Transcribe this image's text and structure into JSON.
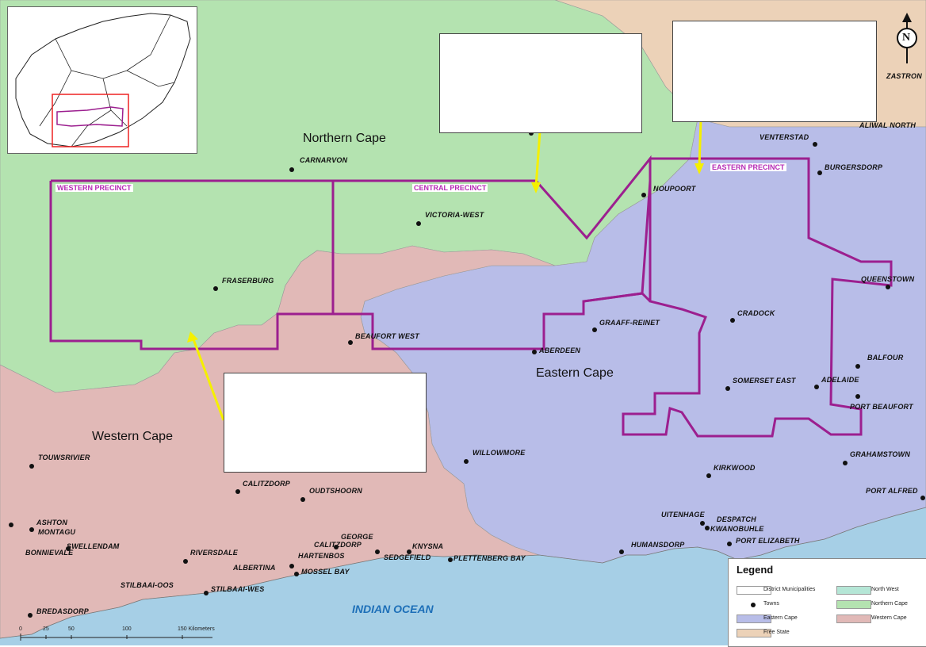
{
  "map": {
    "provinces": {
      "northern_cape": "Northern Cape",
      "eastern_cape": "Eastern Cape",
      "western_cape": "Western Cape"
    },
    "ocean": "INDIAN OCEAN",
    "precincts": {
      "western": "WESTERN PRECINCT",
      "central": "CENTRAL PRECINCT",
      "eastern": "EASTERN PRECINCT"
    },
    "towns": [
      "ZASTRON",
      "ALIWAL NORTH",
      "VENTERSTAD",
      "BURGERSDORP",
      "CARNARVON",
      "NOUPOORT",
      "VICTORIA-WEST",
      "FRASERBURG",
      "QUEENSTOWN",
      "CRADOCK",
      "GRAAFF-REINET",
      "BEAUFORT WEST",
      "ABERDEEN",
      "BALFOUR",
      "SOMERSET EAST",
      "ADELAIDE",
      "PORT BEAUFORT",
      "TOUWSRIVIER",
      "WILLOWMORE",
      "GRAHAMSTOWN",
      "KIRKWOOD",
      "CALITZDORP",
      "OUDTSHOORN",
      "PORT ALFRED",
      "UITENHAGE",
      "DESPATCH",
      "KWANOBUHLE",
      "ASHTON",
      "MONTAGU",
      "BONNIEVALE",
      "SWELLENDAM",
      "RIVERSDALE",
      "CALITZDORP",
      "GEORGE",
      "KNYSNA",
      "HARTENBOS",
      "SEDGEFIELD",
      "PLETTENBERG BAY",
      "ALBERTINA",
      "MOSSEL BAY",
      "HUMANSDORP",
      "PORT ELIZABETH",
      "STILBAAI-OOS",
      "STILBAAI-WES",
      "BREDASDORP"
    ]
  },
  "legend": {
    "title": "Legend",
    "items": [
      {
        "label": "District Municipalities",
        "color": "#ffffff"
      },
      {
        "label": "Towns",
        "color": "#111111"
      },
      {
        "label": "Eastern Cape",
        "color": "#b8bde8"
      },
      {
        "label": "Free State",
        "color": "#ecd2b8"
      },
      {
        "label": "North West",
        "color": "#b5e6d6"
      },
      {
        "label": "Northern Cape",
        "color": "#b4e3b0"
      },
      {
        "label": "Western Cape",
        "color": "#e1b9b7"
      }
    ]
  },
  "compass": {
    "letter": "N"
  },
  "scale": {
    "ticks": [
      "0",
      "25",
      "50",
      "100",
      "150 Kilometers"
    ]
  },
  "colors": {
    "northern_cape": "#b4e3b0",
    "eastern_cape": "#b8bde8",
    "western_cape": "#e1b9b7",
    "free_state": "#ecd2b8",
    "ocean": "#a6cfe6",
    "precinct": "#9c1f8f",
    "arrow": "#f5f000"
  }
}
